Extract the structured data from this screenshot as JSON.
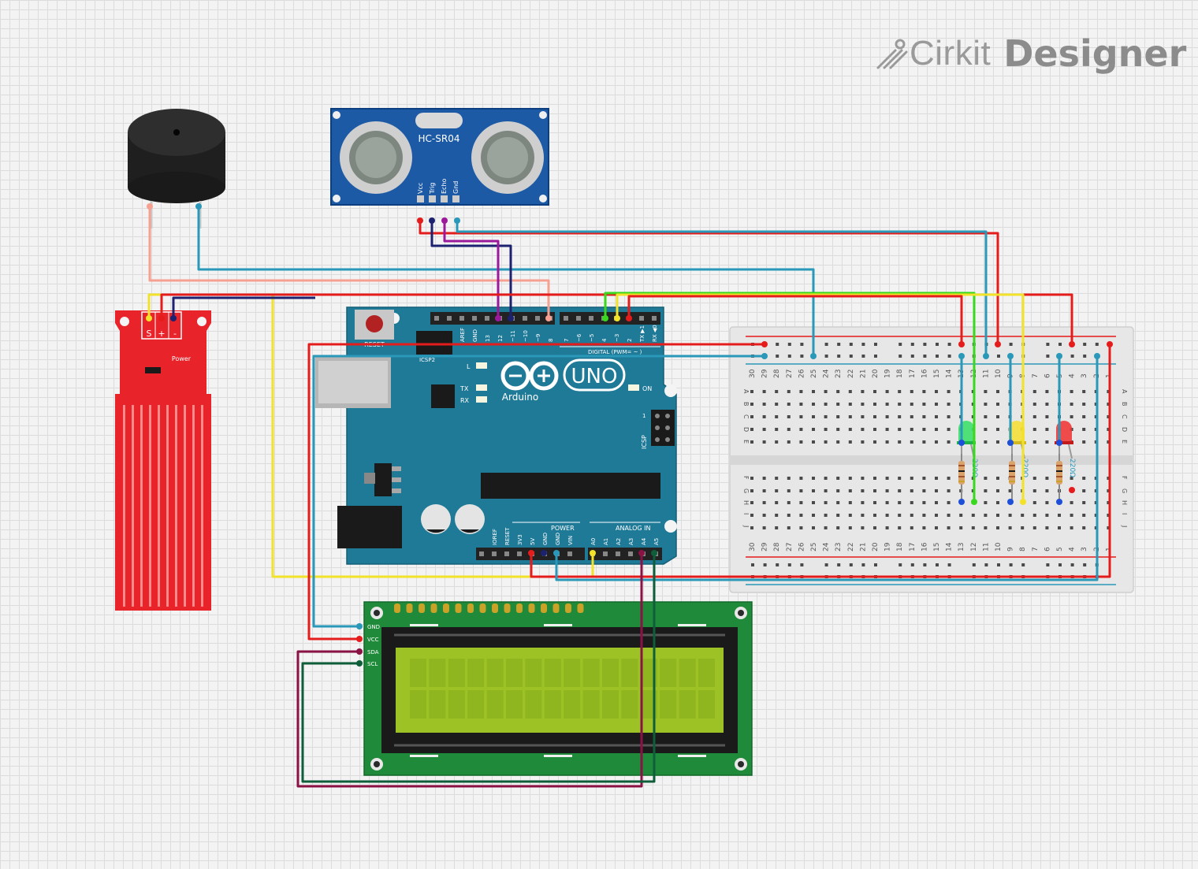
{
  "brand": {
    "name_a": "Cirkit",
    "name_b": "Designer"
  },
  "ultrasonic": {
    "label": "HC-SR04",
    "pins": [
      "Vcc",
      "Trig",
      "Echo",
      "Gnd"
    ]
  },
  "water_sensor": {
    "pins": [
      "S",
      "+",
      "-"
    ],
    "power_label": "Power"
  },
  "arduino": {
    "model": "UNO",
    "brand": "Arduino",
    "reset_label": "RESET",
    "icsp2_label": "ICSP2",
    "icsp_label": "ICSP",
    "digital_label": "DIGITAL (PWM= ~ )",
    "top_pins_left": [
      "AREF",
      "GND",
      "13",
      "12",
      "~11",
      "~10",
      "~9",
      "8"
    ],
    "top_pins_right": [
      "7",
      "~6",
      "~5",
      "4",
      "~3",
      "2",
      "TX ▶1",
      "RX ◀0"
    ],
    "led_l": "L",
    "led_tx": "TX",
    "led_rx": "RX",
    "led_on": "ON",
    "power_label": "POWER",
    "analog_label": "ANALOG IN",
    "power_pins": [
      "IOREF",
      "RESET",
      "3V3",
      "5V",
      "GND",
      "GND",
      "VIN"
    ],
    "analog_pins": [
      "A0",
      "A1",
      "A2",
      "A3",
      "A4",
      "A5"
    ],
    "icsp_pin1": "1"
  },
  "lcd": {
    "pins": [
      "GND",
      "VCC",
      "SDA",
      "SCL"
    ]
  },
  "breadboard": {
    "columns": [
      "30",
      "29",
      "28",
      "27",
      "26",
      "25",
      "24",
      "23",
      "22",
      "21",
      "20",
      "19",
      "18",
      "17",
      "16",
      "15",
      "14",
      "13",
      "12",
      "11",
      "10",
      "9",
      "8",
      "7",
      "6",
      "5",
      "4",
      "3",
      "2",
      "1"
    ],
    "rows_top": [
      "A",
      "B",
      "C",
      "D",
      "E"
    ],
    "rows_bottom": [
      "F",
      "G",
      "H",
      "I",
      "J"
    ]
  },
  "resistor_label": "220Ω",
  "colors": {
    "arduino": "#1f7a98",
    "lcd_board": "#1f8a3a",
    "lcd_screen": "#9cc225",
    "sensor": "#e8232a",
    "wire_red": "#e51c1c",
    "wire_teal": "#2a98b8",
    "wire_yellow": "#f2e22a",
    "wire_green": "#39d81e",
    "wire_purple": "#9b1a9b",
    "wire_navy": "#1d2270",
    "wire_salmon": "#f5a090",
    "wire_maroon": "#8a1245",
    "wire_darkgreen": "#0f5e3a"
  }
}
